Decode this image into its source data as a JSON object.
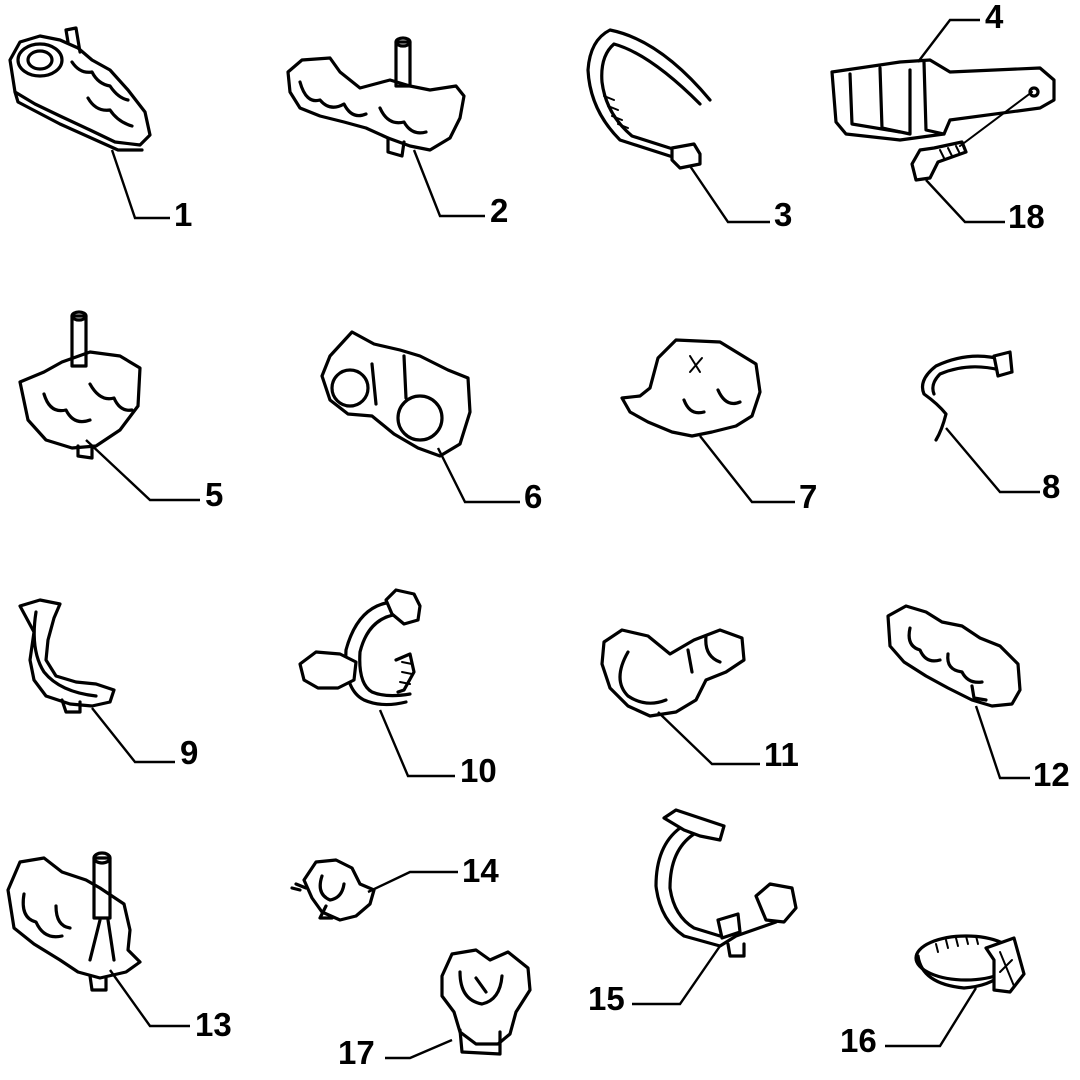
{
  "parts": [
    {
      "id": "part-1",
      "label": "1"
    },
    {
      "id": "part-2",
      "label": "2"
    },
    {
      "id": "part-3",
      "label": "3"
    },
    {
      "id": "part-4",
      "label": "4"
    },
    {
      "id": "part-5",
      "label": "5"
    },
    {
      "id": "part-6",
      "label": "6"
    },
    {
      "id": "part-7",
      "label": "7"
    },
    {
      "id": "part-8",
      "label": "8"
    },
    {
      "id": "part-9",
      "label": "9"
    },
    {
      "id": "part-10",
      "label": "10"
    },
    {
      "id": "part-11",
      "label": "11"
    },
    {
      "id": "part-12",
      "label": "12"
    },
    {
      "id": "part-13",
      "label": "13"
    },
    {
      "id": "part-14",
      "label": "14"
    },
    {
      "id": "part-15",
      "label": "15"
    },
    {
      "id": "part-16",
      "label": "16"
    },
    {
      "id": "part-17",
      "label": "17"
    },
    {
      "id": "part-18",
      "label": "18"
    }
  ]
}
